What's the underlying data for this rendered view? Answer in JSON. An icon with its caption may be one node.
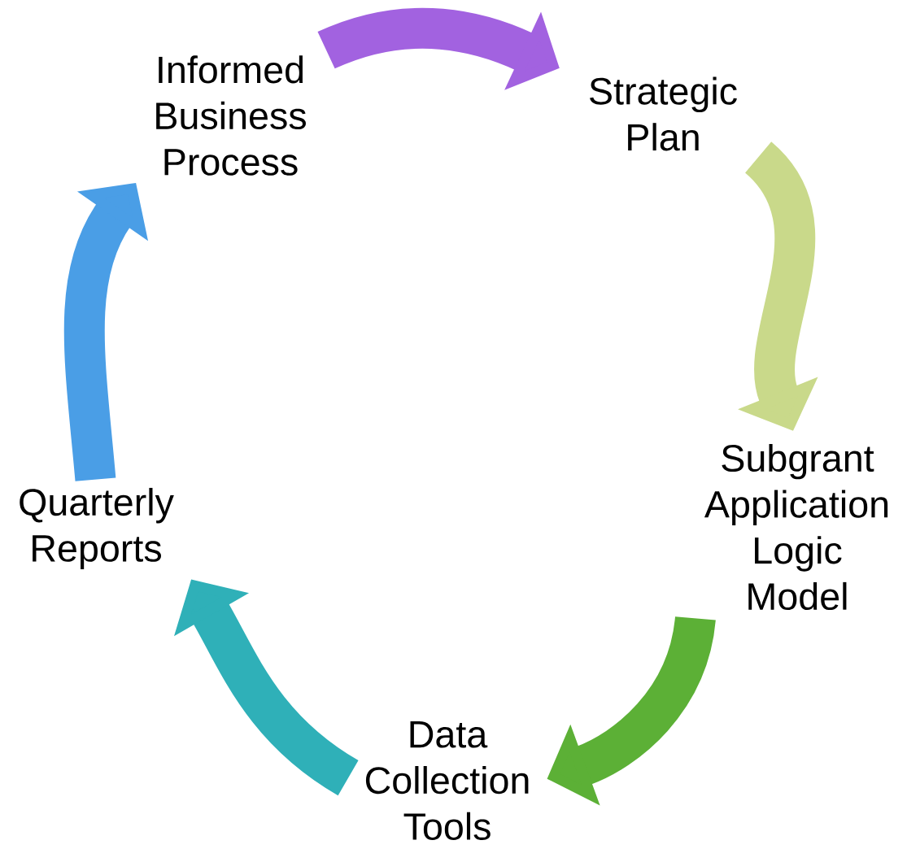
{
  "diagram": {
    "nodes": [
      {
        "text": [
          "Informed Business Process"
        ]
      },
      {
        "text": [
          "Strategic Plan"
        ]
      },
      {
        "text": [
          "Subgrant Application Logic Model"
        ]
      },
      {
        "text": [
          "Data Collection Tools"
        ]
      },
      {
        "text": [
          "Quarterly Reports"
        ]
      }
    ],
    "edges": [
      {
        "from": 0,
        "to": 1,
        "arrow": "to",
        "color": "#a262e0"
      },
      {
        "from": 1,
        "to": 2,
        "arrow": "to",
        "color": "#c9d98a"
      },
      {
        "from": 2,
        "to": 3,
        "arrow": "to",
        "color": "#5cb036"
      },
      {
        "from": 3,
        "to": 4,
        "arrow": "to",
        "color": "#2fb0b8"
      },
      {
        "from": 4,
        "to": 0,
        "arrow": "to",
        "color": "#4a9ee6"
      }
    ]
  }
}
